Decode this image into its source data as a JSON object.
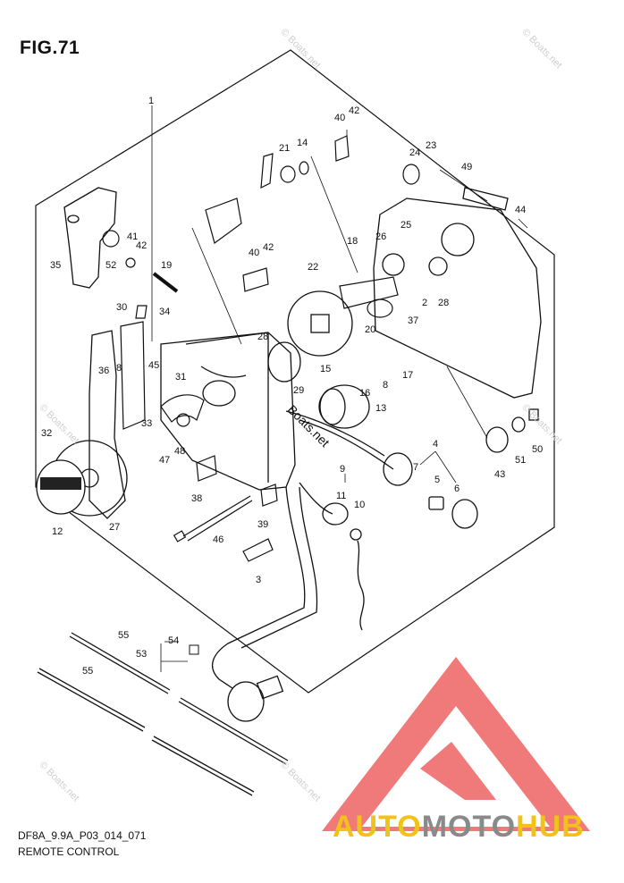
{
  "figure": {
    "title": "FIG.71",
    "code": "DF8A_9.9A_P03_014_071",
    "caption": "REMOTE CONTROL"
  },
  "watermark": {
    "text": "© Boats.net",
    "center_text": "Boats.net"
  },
  "brand": {
    "part1": "AUTO",
    "part2": "MOTO",
    "part3": "HUB",
    "colors": {
      "triangle": "#f07a7a",
      "primary": "#f2c21a",
      "secondary": "#8a8a8a"
    }
  },
  "callouts": {
    "n1": "1",
    "n2": "2",
    "n3": "3",
    "n4": "4",
    "n5": "5",
    "n6": "6",
    "n7": "7",
    "n8": "8",
    "n8b": "8",
    "n9": "9",
    "n10": "10",
    "n11": "11",
    "n12": "12",
    "n13": "13",
    "n14": "14",
    "n15": "15",
    "n16": "16",
    "n17": "17",
    "n18": "18",
    "n19": "19",
    "n20": "20",
    "n21": "21",
    "n22": "22",
    "n23": "23",
    "n24": "24",
    "n25": "25",
    "n26": "26",
    "n27": "27",
    "n28": "28",
    "n28b": "28",
    "n29": "29",
    "n30": "30",
    "n31": "31",
    "n32": "32",
    "n33": "33",
    "n34": "34",
    "n35": "35",
    "n36": "36",
    "n37": "37",
    "n38": "38",
    "n39": "39",
    "n40": "40",
    "n40b": "40",
    "n41": "41",
    "n42": "42",
    "n42b": "42",
    "n42c": "42",
    "n43": "43",
    "n44": "44",
    "n45": "45",
    "n46": "46",
    "n47": "47",
    "n48": "48",
    "n49": "49",
    "n50": "50",
    "n51": "51",
    "n52": "52",
    "n53": "53",
    "n54": "54",
    "n55": "55",
    "n55b": "55"
  }
}
